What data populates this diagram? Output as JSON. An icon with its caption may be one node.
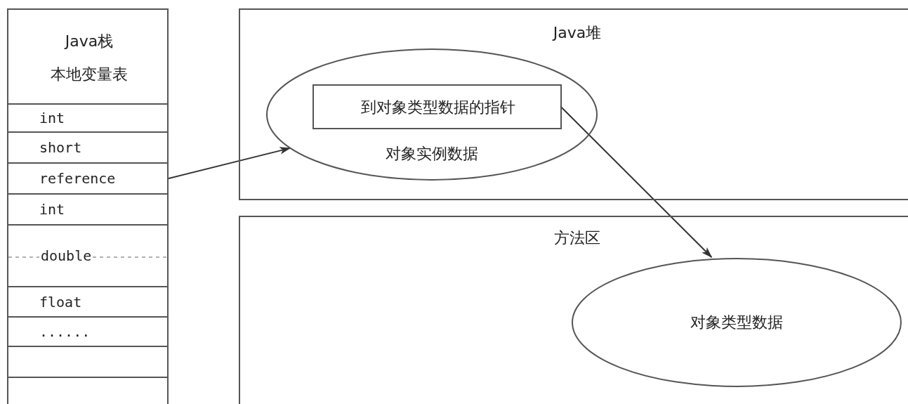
{
  "diagram": {
    "nodes": [
      {
        "text": [
          "Java栈",
          "本地变量表"
        ]
      },
      {
        "text": [
          "int"
        ]
      },
      {
        "text": [
          "short"
        ]
      },
      {
        "text": [
          "reference"
        ]
      },
      {
        "text": [
          "int"
        ]
      },
      {
        "text": [
          "double"
        ]
      },
      {
        "text": [
          "float"
        ]
      },
      {
        "text": [
          "......"
        ]
      },
      {
        "text": [],
        "shape": "box"
      },
      {
        "text": [],
        "shape": "box"
      },
      {
        "text": [
          "Java堆"
        ]
      },
      {
        "text": [
          "对象实例数据"
        ],
        "in": 10
      },
      {
        "text": [
          "到对象类型数据的指针"
        ],
        "in": 11
      },
      {
        "text": [
          "方法区"
        ]
      },
      {
        "text": [
          "对象类型数据"
        ],
        "in": 13
      }
    ],
    "edges": [
      {
        "from": 3,
        "to": 11,
        "arrow": "to"
      },
      {
        "from": 12,
        "to": 14,
        "arrow": "to"
      }
    ]
  }
}
